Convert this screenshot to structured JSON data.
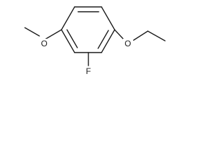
{
  "structure": {
    "atoms": {
      "methoxy_oxygen": "O",
      "fluorine": "F",
      "ethoxy_oxygen": "O"
    }
  }
}
